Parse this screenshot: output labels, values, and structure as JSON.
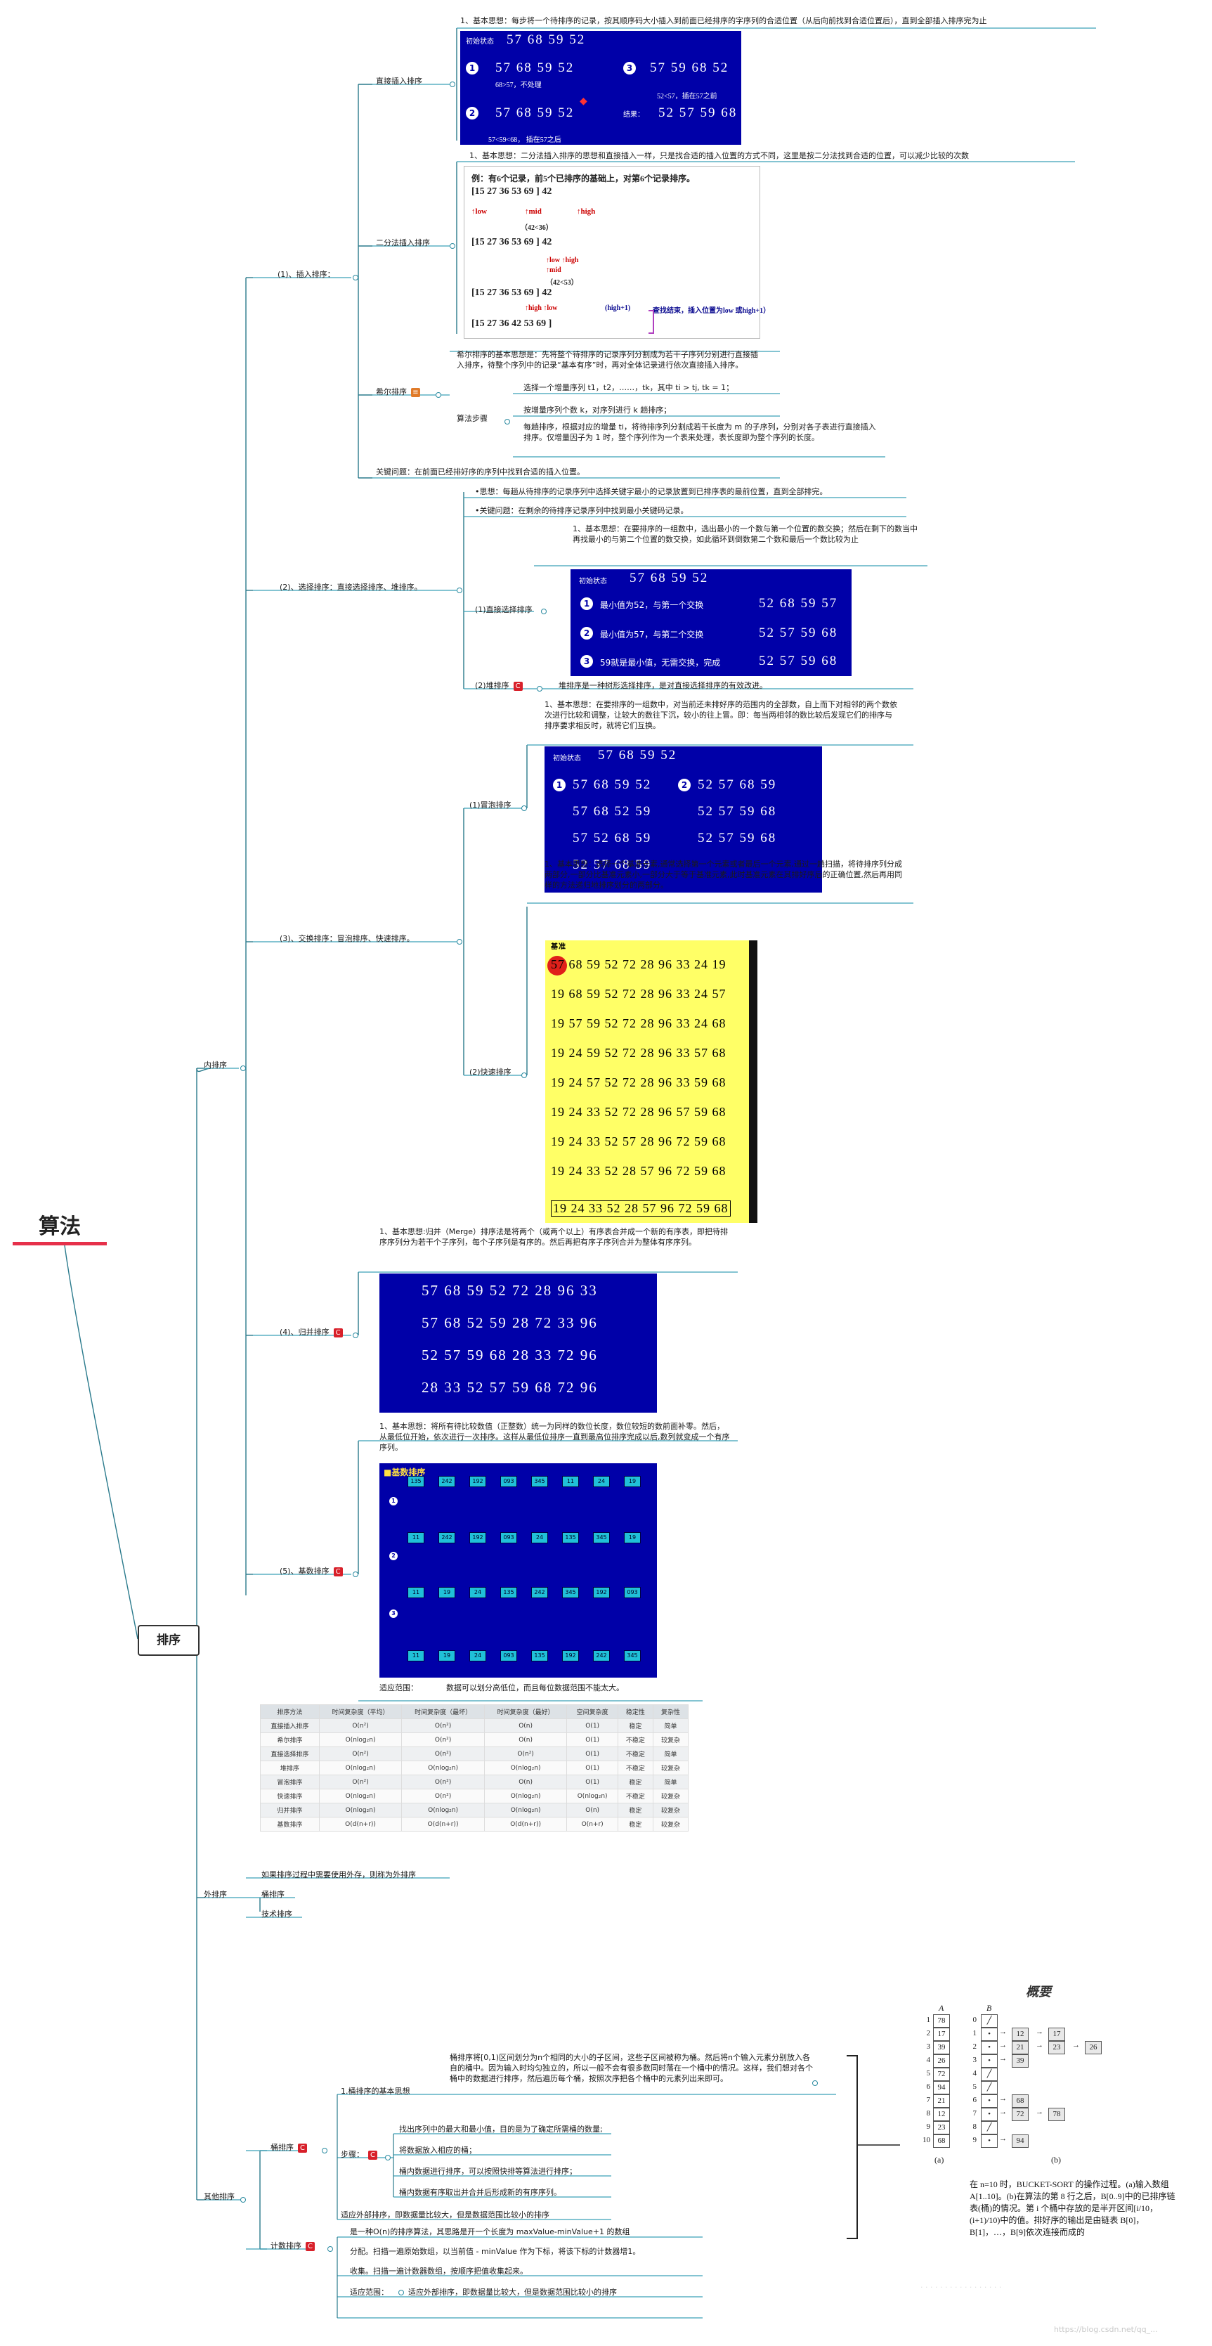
{
  "root": {
    "title": "算法",
    "branch": "排序"
  },
  "internal": {
    "label": "内排序",
    "insertion": {
      "label": "(1)、插入排序：",
      "direct": {
        "label": "直接插入排序",
        "desc": "1、基本思想：每步将一个待排序的记录，按其顺序码大小插入到前面已经排序的字序列的合适位置（从后向前找到合适位置后），直到全部插入排序完为止",
        "panel": {
          "init_label": "初始状态",
          "init_seq": "57 68 59 52",
          "s1_seq": "57 68 59 52",
          "s1_note": "68>57，不处理",
          "s2_seq": "57 68 59 52",
          "s2_note": "57<59<68， 插在57之后",
          "s3_seq": "57 59 68 52",
          "s3_note": "52<57，插在57之前",
          "result_label": "结果：",
          "result_seq": "52 57 59 68"
        }
      },
      "binary": {
        "label": "二分法插入排序",
        "desc": "1、基本思想：二分法插入排序的思想和直接插入一样，只是找合适的插入位置的方式不同，这里是按二分法找到合适的位置，可以减少比较的次数",
        "example_title": "例：有6个记录，前5个已排序的基础上，对第6个记录排序。",
        "rows": [
          "[15    27    36    53    69 ]    42",
          "[15    27    36    53    69 ]    42",
          "[15    27    36    53    69 ]    42",
          "[15    27    36    42    53    69 ]"
        ],
        "marks": [
          "↑low",
          "↑mid",
          "↑high",
          "（42<36）",
          "↑low  ↑high",
          "↑mid",
          "（42<53）",
          "↑high  ↑low",
          "(high+1)",
          "查找结束，插入位置为low 或high+1）"
        ]
      },
      "shell": {
        "label": "希尔排序",
        "desc": "希尔排序的基本思想是：先将整个待排序的记录序列分割成为若干子序列分别进行直接插入排序，待整个序列中的记录“基本有序”时，再对全体记录进行依次直接插入排序。",
        "steps_label": "算法步骤",
        "steps": [
          "选择一个增量序列 t1，t2，……，tk，其中 ti > tj, tk = 1；",
          "按增量序列个数 k，对序列进行 k 趟排序；",
          "每趟排序，根据对应的增量 ti，将待排序列分割成若干长度为 m 的子序列，分别对各子表进行直接插入排序。仅增量因子为 1 时，整个序列作为一个表来处理，表长度即为整个序列的长度。"
        ]
      },
      "key": "关键问题：在前面已经排好序的序列中找到合适的插入位置。"
    },
    "selection": {
      "label": "(2)、选择排序：直接选择排序、堆排序。",
      "idea": "•思想：每趟从待排序的记录序列中选择关键字最小的记录放置到已排序表的最前位置，直到全部排完。",
      "key": "•关键问题：在剩余的待排序记录序列中找到最小关键码记录。",
      "direct": {
        "label": "(1)直接选择排序",
        "desc": "1、基本思想：在要排序的一组数中，选出最小的一个数与第一个位置的数交换；然后在剩下的数当中再找最小的与第二个位置的数交换，如此循环到倒数第二个数和最后一个数比较为止",
        "panel": {
          "init_label": "初始状态",
          "init_seq": "57 68 59 52",
          "r1": "最小值为52，与第一个交换",
          "r1_seq": "52 68 59 57",
          "r2": "最小值为57，与第二个交换",
          "r2_seq": "52 57 59 68",
          "r3": "59就是最小值，无需交换，完成",
          "r3_seq": "52 57 59 68"
        }
      },
      "heap": {
        "label": "(2)堆排序",
        "desc": "堆排序是一种树形选择排序，是对直接选择排序的有效改进。"
      }
    },
    "exchange": {
      "label": "(3)、交换排序：冒泡排序、快速排序。",
      "bubble": {
        "label": "(1)冒泡排序",
        "desc": "1、基本思想：在要排序的一组数中，对当前还未排好序的范围内的全部数，自上而下对相邻的两个数依次进行比较和调整，让较大的数往下沉，较小的往上冒。即：每当两相邻的数比较后发现它们的排序与排序要求相反时，就将它们互换。",
        "panel": {
          "init_label": "初始状态",
          "init_seq": "57 68 59 52",
          "left": [
            "57 68 59 52",
            "57 68 52 59",
            "57 52 68 59",
            "52 57 68 59"
          ],
          "right": [
            "52 57 68 59",
            "52 57 59 68",
            "52 57 59 68"
          ]
        }
      },
      "quick": {
        "label": "(2)快速排序",
        "desc": "1、基本思想：选择一个基准元素,通常选择第一个元素或者最后一个元素,通过一趟扫描，将待排序列分成两部分,一部分比基准元素小,一部分大于等于基准元素,此时基准元素在其排好序后的正确位置,然后再用同样的方法递归地排序划分的两部分。",
        "pivot_label": "基准",
        "rows": [
          "57 68 59 52 72 28 96 33 24 19",
          "19 68 59 52 72 28 96 33 24 57",
          "19 57 59 52 72 28 96 33 24 68",
          "19 24 59 52 72 28 96 33 57 68",
          "19 24 57 52 72 28 96 33 59 68",
          "19 24 33 52 72 28 96 57 59 68",
          "19 24 33 52 57 28 96 72 59 68",
          "19 24 33 52 28 57 96 72 59 68",
          "19 24 33 52 28 57 96 72 59 68"
        ]
      }
    },
    "merge": {
      "label": "(4)、归并排序",
      "desc": "1、基本思想:归并（Merge）排序法是将两个（或两个以上）有序表合并成一个新的有序表，即把待排序序列分为若干个子序列，每个子序列是有序的。然后再把有序子序列合并为整体有序序列。",
      "rows": [
        "57 68 59 52 72 28 96 33",
        "57 68 52 59 28 72 33 96",
        "52 57 59 68 28 33 72 96",
        "28 33 52 57 59 68 72 96"
      ]
    },
    "radix": {
      "label": "(5)、基数排序",
      "desc": "1、基本思想：将所有待比较数值（正整数）统一为同样的数位长度，数位较短的数前面补零。然后，从最低位开始，依次进行一次排序。这样从最低位排序一直到最高位排序完成以后,数列就变成一个有序序列。",
      "panel_title": "■基数排序",
      "rows": [
        [
          "135",
          "242",
          "192",
          "093",
          "345",
          "11",
          "24",
          "19"
        ],
        [
          "11",
          "242",
          "192",
          "093",
          "24",
          "135",
          "345",
          "19"
        ],
        [
          "11",
          "19",
          "24",
          "135",
          "242",
          "345",
          "192",
          "093"
        ],
        [
          "11",
          "19",
          "24",
          "093",
          "135",
          "192",
          "242",
          "345"
        ]
      ],
      "scope_label": "适应范围：",
      "scope": "数据可以划分高低位，而且每位数据范围不能太大。"
    },
    "table": {
      "headers": [
        "排序方法",
        "时间复杂度（平均）",
        "时间复杂度（最坏）",
        "时间复杂度（最好）",
        "空间复杂度",
        "稳定性",
        "复杂性"
      ],
      "rows": [
        [
          "直接插入排序",
          "O(n²)",
          "O(n²)",
          "O(n)",
          "O(1)",
          "稳定",
          "简单"
        ],
        [
          "希尔排序",
          "O(nlog₂n)",
          "O(n²)",
          "O(n)",
          "O(1)",
          "不稳定",
          "较复杂"
        ],
        [
          "直接选择排序",
          "O(n²)",
          "O(n²)",
          "O(n²)",
          "O(1)",
          "不稳定",
          "简单"
        ],
        [
          "堆排序",
          "O(nlog₂n)",
          "O(nlog₂n)",
          "O(nlog₂n)",
          "O(1)",
          "不稳定",
          "较复杂"
        ],
        [
          "冒泡排序",
          "O(n²)",
          "O(n²)",
          "O(n)",
          "O(1)",
          "稳定",
          "简单"
        ],
        [
          "快速排序",
          "O(nlog₂n)",
          "O(n²)",
          "O(nlog₂n)",
          "O(nlog₂n)",
          "不稳定",
          "较复杂"
        ],
        [
          "归并排序",
          "O(nlog₂n)",
          "O(nlog₂n)",
          "O(nlog₂n)",
          "O(n)",
          "稳定",
          "较复杂"
        ],
        [
          "基数排序",
          "O(d(n+r))",
          "O(d(n+r))",
          "O(d(n+r))",
          "O(n+r)",
          "稳定",
          "较复杂"
        ]
      ]
    }
  },
  "external": {
    "label": "外排序",
    "desc": "如果排序过程中需要使用外存，则称为外排序",
    "bucket": "桶排序",
    "tech": "技术排序"
  },
  "other": {
    "label": "其他排序",
    "bucket": {
      "label": "桶排序",
      "idea_label": "1.桶排序的基本思想",
      "idea": "桶排序将[0,1)区间划分为n个相同的大小的子区间，这些子区间被称为桶。然后将n个输入元素分别放入各自的桶中。因为输入时均匀独立的，所以一般不会有很多数同时落在一个桶中的情况。这样，我们想对各个桶中的数据进行排序，然后遍历每个桶，按照次序把各个桶中的元素列出来即可。",
      "steps_label": "步骤：",
      "steps": [
        "找出序列中的最大和最小值，目的是为了确定所需桶的数量;",
        "将数据放入相应的桶；",
        "桶内数据进行排序，可以按照快排等算法进行排序；",
        "桶内数据有序取出并合并后形成新的有序序列。"
      ],
      "scope": "适应外部排序，即数据量比较大，但是数据范围比较小的排序"
    },
    "counting": {
      "label": "计数排序",
      "desc": "是一种O(n)的排序算法，其思路是开一个长度为 maxValue-minValue+1 的数组",
      "items": [
        "分配。扫描一遍原始数组，以当前值 - minValue 作为下标，将该下标的计数器增1。",
        "收集。扫描一遍计数器数组，按顺序把值收集起来。"
      ],
      "scope_label": "适应范围：",
      "scope": "适应外部排序，即数据量比较大，但是数据范围比较小的排序"
    }
  },
  "bucket_figure": {
    "title": "概要",
    "A_label": "A",
    "B_label": "B",
    "A_values": [
      "78",
      "17",
      "39",
      "26",
      "72",
      "94",
      "21",
      "12",
      "23",
      "68"
    ],
    "B_lists": [
      [],
      [
        "12",
        "17"
      ],
      [
        "21",
        "23",
        "26"
      ],
      [
        "39"
      ],
      [],
      [],
      [
        "68"
      ],
      [
        "72",
        "78"
      ],
      [],
      [
        "94"
      ]
    ],
    "cap_a": "(a)",
    "cap_b": "(b)",
    "caption": "在 n=10 时，BUCKET-SORT 的操作过程。(a)输入数组 A[1..10]。(b)在算法的第 8 行之后，B[0..9]中的已排序链表(桶)的情况。第 i 个桶中存放的是半开区间[i/10，(i+1)/10)中的值。排好序的输出是由链表 B[0]，B[1]，…，B[9]依次连接而成的"
  },
  "watermark": "https://blog.csdn.net/qq_..."
}
